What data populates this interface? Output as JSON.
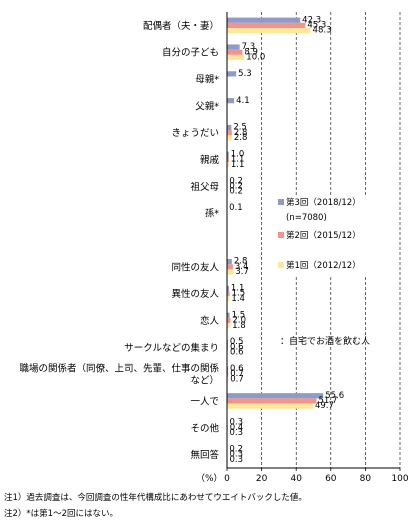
{
  "chart_data": {
    "type": "bar",
    "orientation": "horizontal",
    "categories": [
      "配偶者（夫・妻）",
      "自分の子ども",
      "母親*",
      "父親*",
      "きょうだい",
      "親戚",
      "祖父母",
      "孫*",
      "",
      "同性の友人",
      "異性の友人",
      "恋人",
      "サークルなどの集まり",
      "職場の関係者（同僚、上司、先輩、仕事の関係など）",
      "一人で",
      "その他",
      "無回答"
    ],
    "category_lines": [
      [
        "配偶者（夫・妻）"
      ],
      [
        "自分の子ども"
      ],
      [
        "母親*"
      ],
      [
        "父親*"
      ],
      [
        "きょうだい"
      ],
      [
        "親戚"
      ],
      [
        "祖父母"
      ],
      [
        "孫*"
      ],
      [
        ""
      ],
      [
        "同性の友人"
      ],
      [
        "異性の友人"
      ],
      [
        "恋人"
      ],
      [
        "サークルなどの集まり"
      ],
      [
        "職場の関係者（同僚、上司、先輩、仕事の関係",
        "など）"
      ],
      [
        "一人で"
      ],
      [
        "その他"
      ],
      [
        "無回答"
      ]
    ],
    "series": [
      {
        "name": "第3回（2018/12）",
        "color": "#8e9bc6",
        "values": [
          42.3,
          7.3,
          5.3,
          4.1,
          2.5,
          1.0,
          0.2,
          0.1,
          null,
          2.8,
          1.1,
          1.5,
          0.5,
          0.6,
          55.6,
          0.3,
          0.2
        ],
        "labels": [
          "42.3",
          "7.3",
          "5.3",
          "4.1",
          "2.5",
          "1.0",
          "0.2",
          "0.1",
          "",
          "2.8",
          "1.1",
          "1.5",
          "0.5",
          "0.6",
          "55.6",
          "0.3",
          "0.2"
        ]
      },
      {
        "name": "第2回（2015/12）",
        "color": "#f2938c",
        "values": [
          45.3,
          8.9,
          null,
          null,
          2.8,
          1.1,
          0.2,
          null,
          null,
          3.4,
          1.5,
          2.0,
          0.6,
          0.7,
          51.7,
          0.4,
          0.3
        ],
        "labels": [
          "45.3",
          "8.9",
          "",
          "",
          "2.8",
          "1.1",
          "0.2",
          "",
          "",
          "3.4",
          "1.5",
          "2.0",
          "0.6",
          "0.7",
          "51.7",
          "0.4",
          "0.3"
        ]
      },
      {
        "name": "第1回（2012/12）",
        "color": "#fde79a",
        "values": [
          48.3,
          10.0,
          null,
          null,
          2.8,
          1.1,
          0.2,
          null,
          null,
          3.7,
          1.4,
          1.8,
          0.6,
          0.7,
          49.7,
          0.3,
          0.3
        ],
        "labels": [
          "48.3",
          "10.0",
          "",
          "",
          "2.8",
          "1.1",
          "0.2",
          "",
          "",
          "3.7",
          "1.4",
          "1.8",
          "0.6",
          "0.7",
          "49.7",
          "0.3",
          "0.3"
        ]
      }
    ],
    "legend_lines": [
      "第3回（2018/12）",
      "(n=7080)",
      "第2回（2015/12）",
      "第1回（2012/12）"
    ],
    "annotation": "：自宅でお酒を飲む人",
    "xlim": [
      0,
      100
    ],
    "xticks": [
      0,
      20,
      40,
      60,
      80,
      100
    ],
    "x_unit_label": "（%）",
    "grid": "vertical dashed",
    "notes": [
      "注1）過去調査は、今回調査の性年代構成比にあわせてウエイトバックした値。",
      "注2）*は第1～2回にはない。"
    ]
  }
}
